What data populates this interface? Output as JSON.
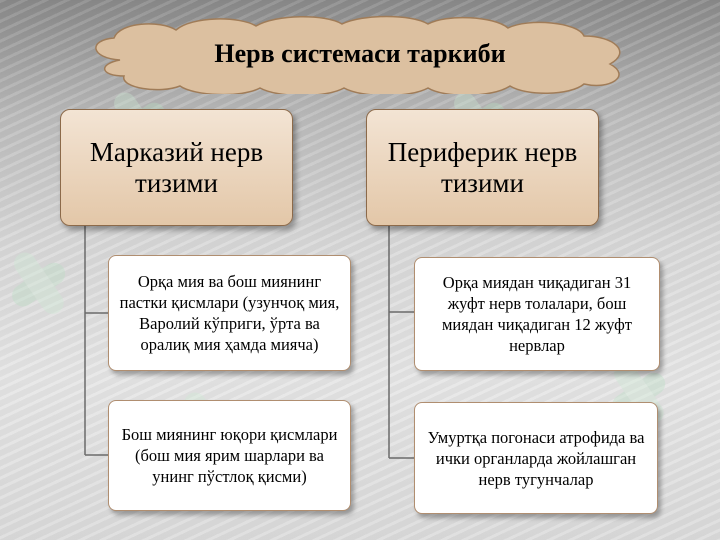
{
  "title": "Нерв системаси таркиби",
  "columns": [
    {
      "head": "Марказий нерв тизими",
      "items": [
        "Орқа мия ва бош миянинг пастки қисмлари (узунчоқ мия, Варолий кўприги, ўрта ва оралиқ мия ҳамда мияча)",
        "Бош миянинг юқори қисмлари (бош мия ярим шарлари ва унинг пўстлоқ қисми)"
      ]
    },
    {
      "head": "Периферик нерв тизими",
      "items": [
        "Орқа миядан чиқадиган 31 жуфт нерв толалари, бош миядан чиқадиган 12 жуфт нервлар",
        "Умуртқа погонаси атрофида ва ички органларда жойлашган нерв тугунчалар"
      ]
    }
  ],
  "colors": {
    "head_fill": "#e3c7a8",
    "head_border": "#8c6a4a",
    "cloud_fill": "#dcc0a0",
    "connector": "#6b6b6b"
  }
}
